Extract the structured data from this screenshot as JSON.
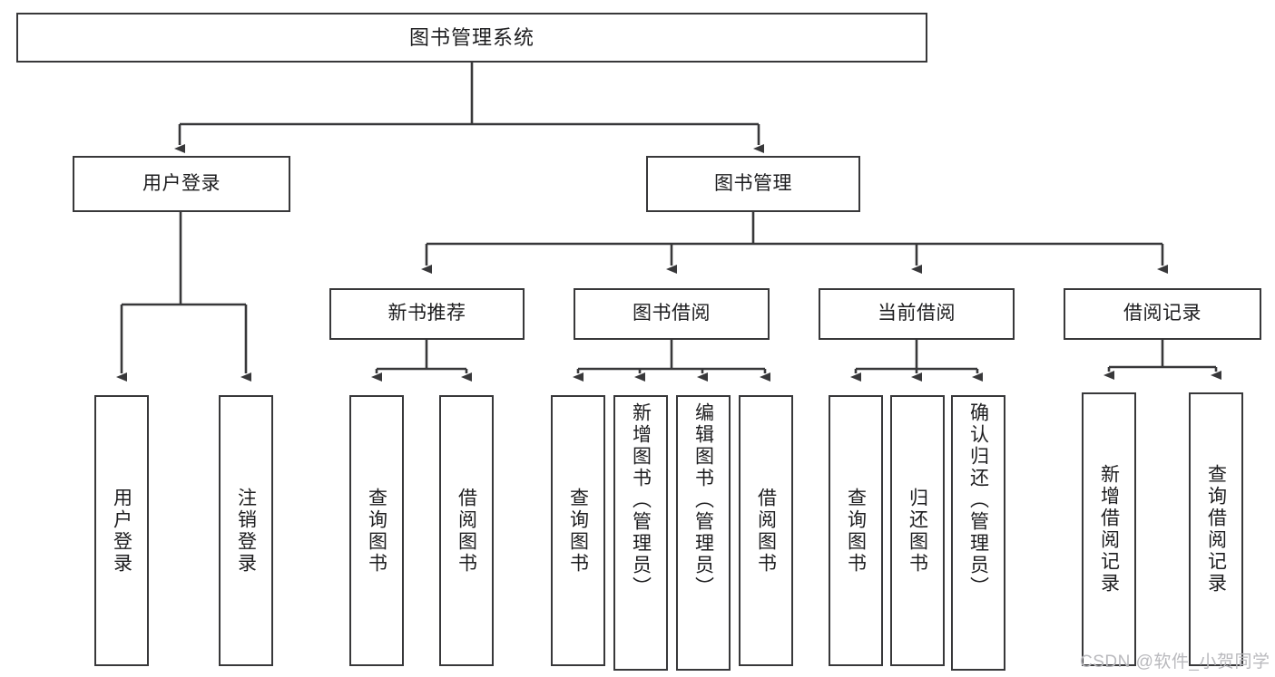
{
  "diagram": {
    "title": "图书管理系统",
    "watermark": "CSDN @软件_小贺同学",
    "colors": {
      "stroke": "#38383a",
      "fill": "#ffffff",
      "text": "#1d1d1f",
      "watermark": "#b9b9bd"
    },
    "root": {
      "label": "图书管理系统"
    },
    "level1": [
      {
        "label": "用户登录"
      },
      {
        "label": "图书管理"
      }
    ],
    "level2": [
      {
        "label": "新书推荐"
      },
      {
        "label": "图书借阅"
      },
      {
        "label": "当前借阅"
      },
      {
        "label": "借阅记录"
      }
    ],
    "leaves": {
      "user_login": [
        {
          "label": "用户登录"
        },
        {
          "label": "注销登录"
        }
      ],
      "new_book_recommend": [
        {
          "label": "查询图书"
        },
        {
          "label": "借阅图书"
        }
      ],
      "book_borrow": [
        {
          "label": "查询图书"
        },
        {
          "label": "新增图书（管理员）"
        },
        {
          "label": "编辑图书（管理员）"
        },
        {
          "label": "借阅图书"
        }
      ],
      "current_borrow": [
        {
          "label": "查询图书"
        },
        {
          "label": "归还图书"
        },
        {
          "label": "确认归还（管理员）"
        }
      ],
      "borrow_record": [
        {
          "label": "新增借阅记录"
        },
        {
          "label": "查询借阅记录"
        }
      ]
    }
  }
}
